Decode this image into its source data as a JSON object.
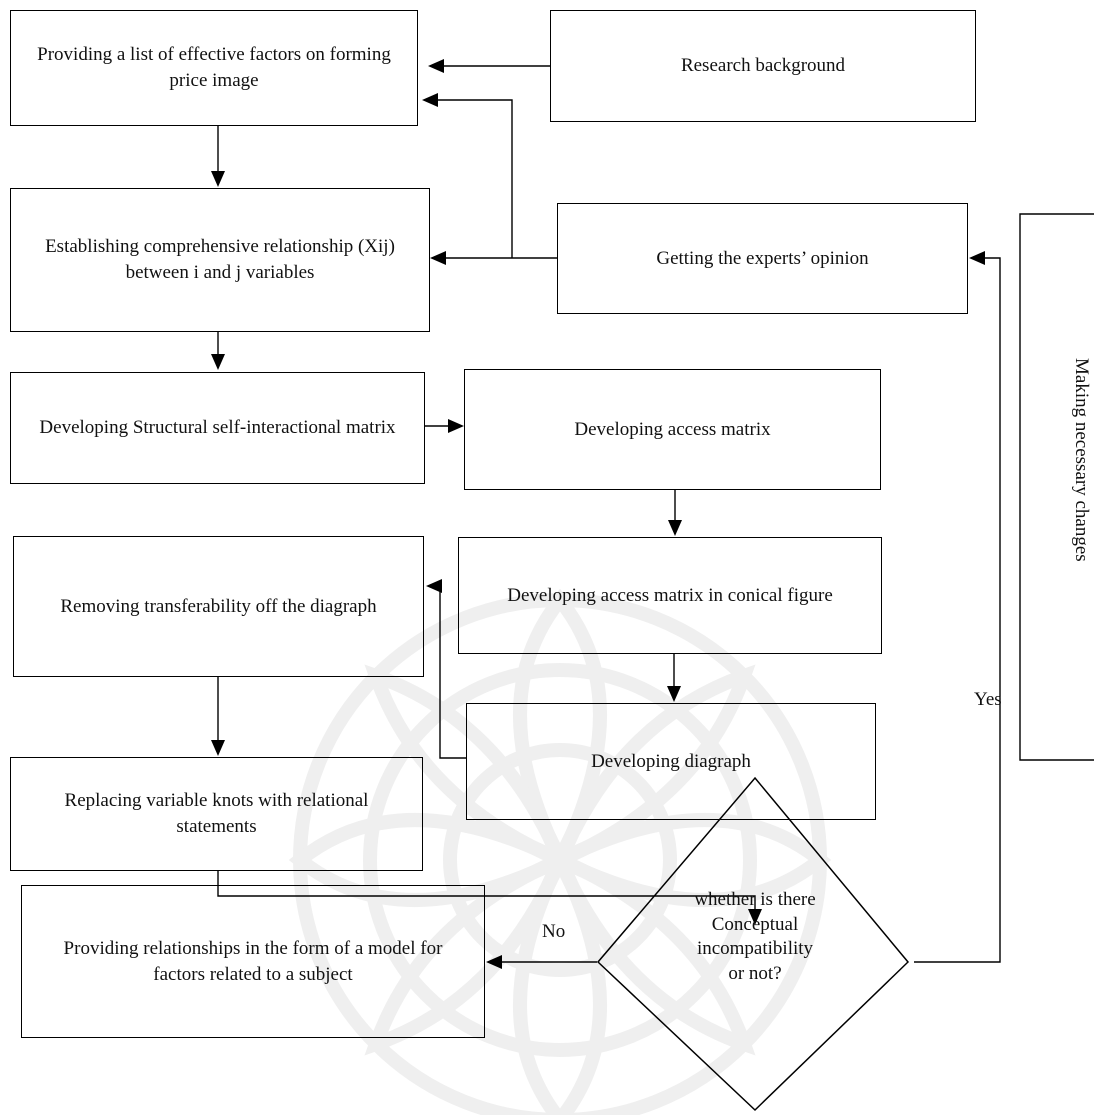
{
  "boxes": {
    "list_factors": "Providing a list of effective factors on forming price image",
    "research_background": "Research background",
    "establishing": "Establishing comprehensive relationship (Xij) between i and j variables",
    "experts_opinion": "Getting the experts’ opinion",
    "ssim": "Developing Structural self-interactional matrix",
    "access_matrix": "Developing access matrix",
    "removing": "Removing transferability off the diagraph",
    "conical": "Developing access matrix in conical figure",
    "diagraph": "Developing diagraph",
    "replacing": "Replacing variable knots with relational statements",
    "providing_model": "Providing relationships in the form of a model for factors related to a subject"
  },
  "decision": {
    "line1": "whether is there",
    "line2": "Conceptual",
    "line3": "incompatibility",
    "line4": "or not?"
  },
  "labels": {
    "yes": "Yes",
    "no": "No",
    "changes": "Making necessary changes"
  }
}
